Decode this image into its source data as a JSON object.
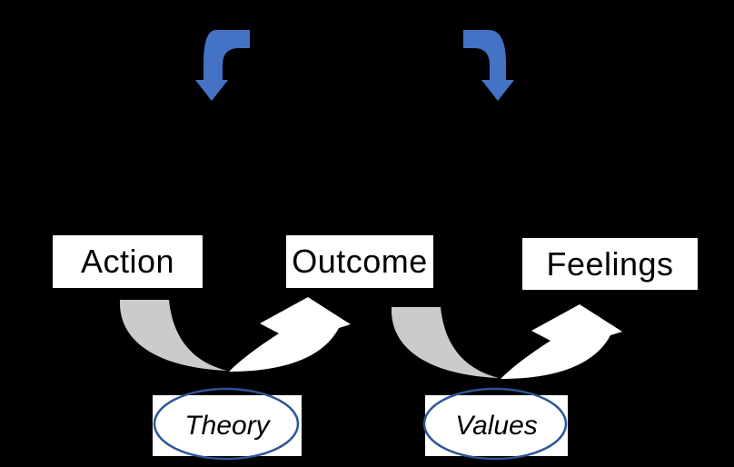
{
  "diagram": {
    "background": "#000000",
    "nodes": [
      {
        "id": "action",
        "label": "Action"
      },
      {
        "id": "outcome",
        "label": "Outcome"
      },
      {
        "id": "feelings",
        "label": "Feelings"
      }
    ],
    "ovals": [
      {
        "id": "theory",
        "label": "Theory"
      },
      {
        "id": "values",
        "label": "Values"
      }
    ],
    "icons": [
      {
        "name": "curved-down-arrow-left-icon",
        "type": "bent-u-turn-arrow",
        "color": "#4472C4"
      },
      {
        "name": "curved-down-arrow-right-icon",
        "type": "bent-u-turn-arrow",
        "color": "#4472C4"
      },
      {
        "name": "swoosh-arrow-action-outcome-icon",
        "type": "curved-up-arrow",
        "back_color": "#CBCBCB",
        "front_color": "#FFFFFF"
      },
      {
        "name": "swoosh-arrow-outcome-feelings-icon",
        "type": "curved-up-arrow",
        "back_color": "#CBCBCB",
        "front_color": "#FFFFFF"
      }
    ],
    "colors": {
      "background": "#000000",
      "arrow_blue": "#4472C4",
      "oval_stroke_blue": "#2F5597",
      "swoosh_gray": "#CBCBCB",
      "swoosh_white": "#FFFFFF",
      "box_fill": "#FFFFFF",
      "text": "#000000"
    }
  }
}
